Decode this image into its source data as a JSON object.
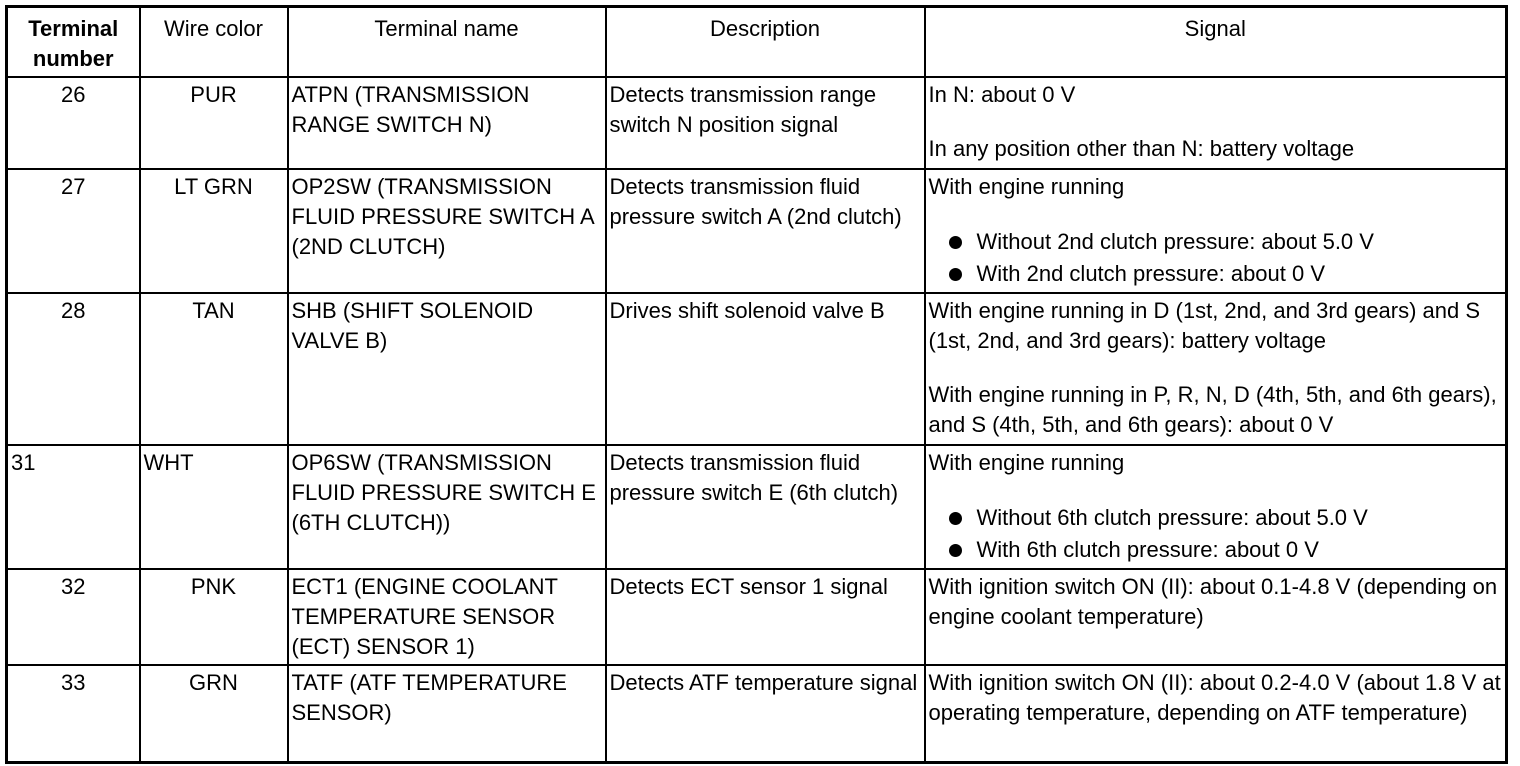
{
  "headers": {
    "terminal_number": "Terminal number",
    "wire_color": "Wire color",
    "terminal_name": "Terminal name",
    "description": "Description",
    "signal": "Signal"
  },
  "rows": [
    {
      "number": "26",
      "wire_color": "PUR",
      "terminal_name": "ATPN (TRANSMISSION RANGE SWITCH N)",
      "description": "Detects transmission range switch N position signal",
      "signal_paragraphs": [
        "In N: about 0 V",
        "In any position other than N: battery voltage"
      ],
      "signal_bullets": []
    },
    {
      "number": "27",
      "wire_color": "LT GRN",
      "terminal_name": "OP2SW (TRANSMISSION FLUID PRESSURE SWITCH A (2ND CLUTCH)",
      "description": "Detects transmission fluid pressure switch A (2nd clutch)",
      "signal_paragraphs": [
        "With engine running"
      ],
      "signal_bullets": [
        "Without 2nd clutch pressure: about 5.0 V",
        "With 2nd clutch pressure: about 0 V"
      ]
    },
    {
      "number": "28",
      "wire_color": "TAN",
      "terminal_name": "SHB (SHIFT SOLENOID VALVE B)",
      "description": "Drives shift solenoid valve B",
      "signal_paragraphs": [
        "With engine running in D (1st, 2nd, and 3rd gears) and S (1st, 2nd, and 3rd gears): battery voltage",
        "With engine running in P, R, N, D (4th, 5th, and 6th gears), and S (4th, 5th, and 6th gears): about 0 V"
      ],
      "signal_bullets": []
    },
    {
      "number": "31",
      "wire_color": "WHT",
      "terminal_name": "OP6SW (TRANSMISSION FLUID PRESSURE SWITCH E (6TH CLUTCH))",
      "description": "Detects transmission fluid pressure switch E (6th clutch)",
      "signal_paragraphs": [
        "With engine running"
      ],
      "signal_bullets": [
        "Without 6th clutch pressure: about 5.0 V",
        "With 6th clutch pressure: about 0 V"
      ]
    },
    {
      "number": "32",
      "wire_color": "PNK",
      "terminal_name": "ECT1 (ENGINE COOLANT TEMPERATURE SENSOR (ECT) SENSOR 1)",
      "description": "Detects ECT sensor 1 signal",
      "signal_paragraphs": [
        "With ignition switch ON (II): about 0.1-4.8 V (depending on engine coolant temperature)"
      ],
      "signal_bullets": []
    },
    {
      "number": "33",
      "wire_color": "GRN",
      "terminal_name": "TATF (ATF TEMPERATURE SENSOR)",
      "description": "Detects ATF temperature signal",
      "signal_paragraphs": [
        "With ignition switch ON (II): about 0.2-4.0 V (about 1.8 V at operating temperature, depending on ATF temperature)"
      ],
      "signal_bullets": []
    }
  ]
}
